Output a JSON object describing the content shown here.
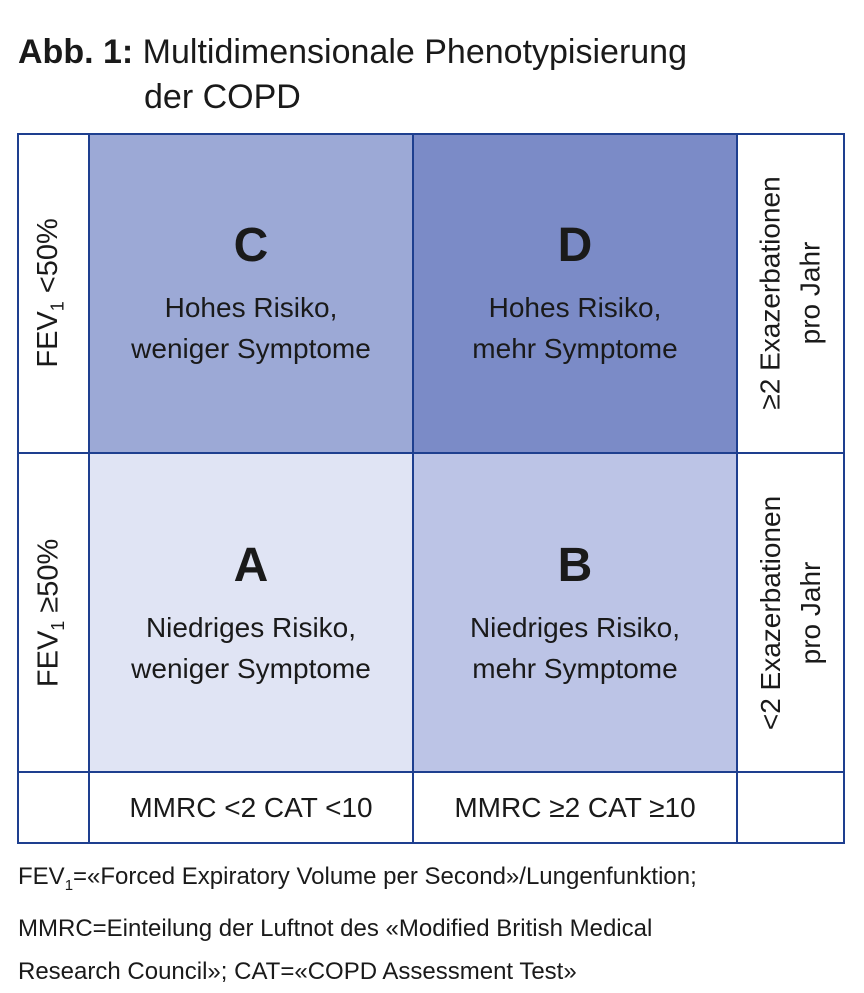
{
  "title": {
    "label": "Abb. 1:",
    "line1": "Multidimensionale Phenotypisierung",
    "line2": "der COPD"
  },
  "colors": {
    "border": "#1e3f8f",
    "cell_c": "#9ca9d6",
    "cell_d": "#7b8bc7",
    "cell_a": "#e0e4f4",
    "cell_b": "#bcc4e6"
  },
  "quadrants": {
    "c": {
      "letter": "C",
      "line1": "Hohes Risiko,",
      "line2": "weniger Symptome"
    },
    "d": {
      "letter": "D",
      "line1": "Hohes Risiko,",
      "line2": "mehr Symptome"
    },
    "a": {
      "letter": "A",
      "line1": "Niedriges Risiko,",
      "line2": "weniger Symptome"
    },
    "b": {
      "letter": "B",
      "line1": "Niedriges Risiko,",
      "line2": "mehr Symptome"
    }
  },
  "left_labels": {
    "top": {
      "prefix": "FEV",
      "sub": "1",
      "suffix": " <50%"
    },
    "bottom": {
      "prefix": "FEV",
      "sub": "1",
      "suffix": " ≥50%"
    }
  },
  "right_labels": {
    "top": {
      "line1": "≥2 Exazerbationen",
      "line2": "pro Jahr"
    },
    "bottom": {
      "line1": "<2 Exazerbationen",
      "line2": "pro Jahr"
    }
  },
  "bottom_labels": {
    "left": "MMRC <2 CAT <10",
    "right": "MMRC ≥2 CAT ≥10"
  },
  "footer": {
    "fev_prefix": "FEV",
    "fev_sub": "1",
    "line1_rest": "=«Forced Expiratory Volume per Second»/Lungenfunktion;",
    "line2": "MMRC=Einteilung der Luftnot des «Modified British Medical",
    "line3": "Research Council»; CAT=«COPD Assessment Test»"
  }
}
